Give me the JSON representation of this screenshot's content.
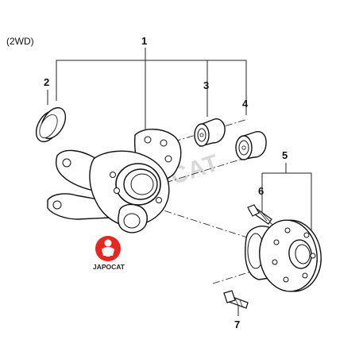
{
  "header": {
    "variant": "(2WD)"
  },
  "callouts": {
    "c1": "1",
    "c2": "2",
    "c3": "3",
    "c4": "4",
    "c5": "5",
    "c6": "6",
    "c7": "7"
  },
  "watermark": {
    "text": "JAPOCAT"
  },
  "badge": {
    "text": "JAPOCAT",
    "color": "#e8261f"
  }
}
